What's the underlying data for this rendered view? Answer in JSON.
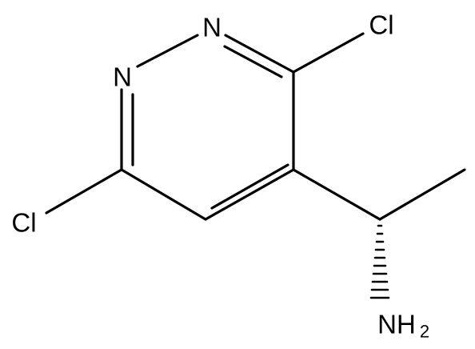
{
  "molecule": {
    "atoms": {
      "n1": "N",
      "n2": "N",
      "cl_top": "Cl",
      "cl_left": "Cl",
      "amine": "NH",
      "amine_subscript": "2"
    }
  }
}
